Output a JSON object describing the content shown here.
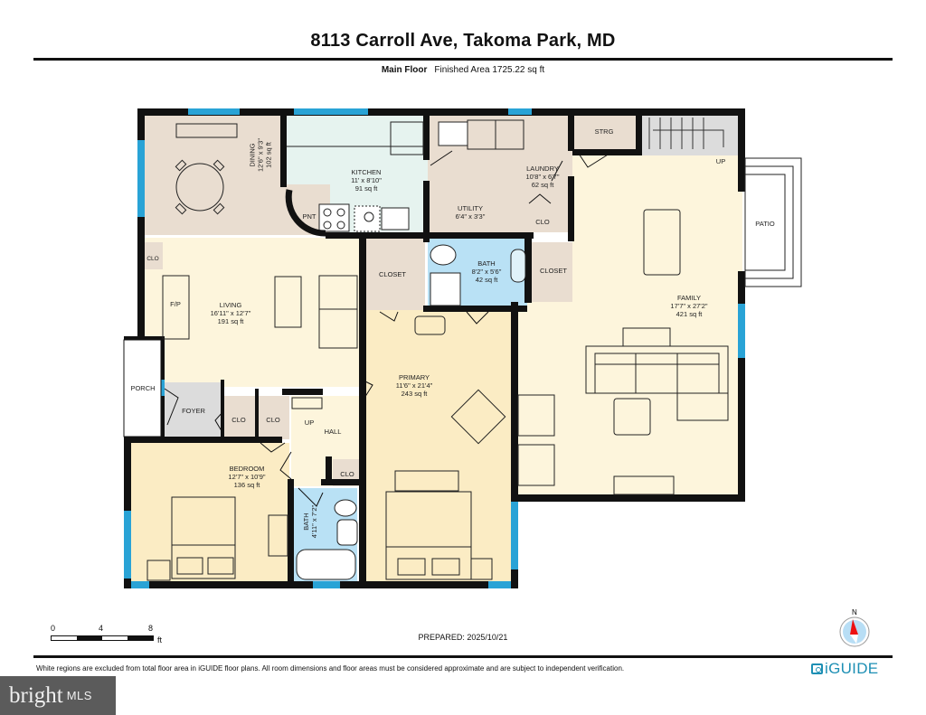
{
  "header": {
    "title": "8113 Carroll Ave, Takoma Park, MD",
    "floor_name": "Main Floor",
    "finished_area": "Finished Area 1725.22 sq ft"
  },
  "rooms": {
    "dining": {
      "name": "DINING",
      "dims": "12'6\" x 9'3\"",
      "area": "102 sq ft"
    },
    "kitchen": {
      "name": "KITCHEN",
      "dims": "11' x 8'10\"",
      "area": "91 sq ft"
    },
    "pantry": {
      "name": "PNT"
    },
    "laundry": {
      "name": "LAUNDRY",
      "dims": "10'8\" x 6'7\"",
      "area": "62 sq ft"
    },
    "utility": {
      "name": "UTILITY",
      "dims": "6'4\" x 3'3\""
    },
    "storage": {
      "name": "STRG"
    },
    "clo_laundry": {
      "name": "CLO"
    },
    "stairs_up_family": {
      "name": "UP"
    },
    "patio": {
      "name": "PATIO"
    },
    "living": {
      "name": "LIVING",
      "dims": "16'11\" x 12'7\"",
      "area": "191 sq ft"
    },
    "clo_living": {
      "name": "CLO"
    },
    "fireplace": {
      "name": "F/P"
    },
    "closet_primary": {
      "name": "CLOSET"
    },
    "bath_primary": {
      "name": "BATH",
      "dims": "8'2\" x 5'6\"",
      "area": "42 sq ft"
    },
    "closet_family": {
      "name": "CLOSET"
    },
    "family": {
      "name": "FAMILY",
      "dims": "17'7\" x 27'2\"",
      "area": "421 sq ft"
    },
    "porch": {
      "name": "PORCH"
    },
    "foyer": {
      "name": "FOYER"
    },
    "clo_foyer_1": {
      "name": "CLO"
    },
    "clo_foyer_2": {
      "name": "CLO"
    },
    "stairs_up_hall": {
      "name": "UP"
    },
    "hall": {
      "name": "HALL"
    },
    "clo_hall": {
      "name": "CLO"
    },
    "primary": {
      "name": "PRIMARY",
      "dims": "11'6\" x 21'4\"",
      "area": "243 sq ft"
    },
    "bedroom": {
      "name": "BEDROOM",
      "dims": "12'7\" x 10'9\"",
      "area": "136 sq ft"
    },
    "bath_hall": {
      "name": "BATH",
      "dims": "4'11\" x 7'2\""
    }
  },
  "colors": {
    "wall": "#111111",
    "window": "#29a3d6",
    "living_floor": "#fdf5dc",
    "bedroom_floor": "#fbecc4",
    "service_floor": "#e9ddd0",
    "kitchen_floor": "#e6f3ef",
    "bath_floor": "#b9e1f5",
    "foyer_floor": "#dcdcdc",
    "brand": "#1d8fb4"
  },
  "scale": {
    "ticks": [
      "0",
      "4",
      "8"
    ],
    "unit": "ft"
  },
  "compass": {
    "label": "N"
  },
  "footer": {
    "prepared": "PREPARED: 2025/10/21",
    "disclaimer": "White regions are excluded from total floor area in iGUIDE floor plans. All room dimensions and floor areas must be considered approximate and are subject to independent verification.",
    "brand": "iGUIDE"
  },
  "watermark": {
    "brand": "bright",
    "suffix": "MLS"
  }
}
